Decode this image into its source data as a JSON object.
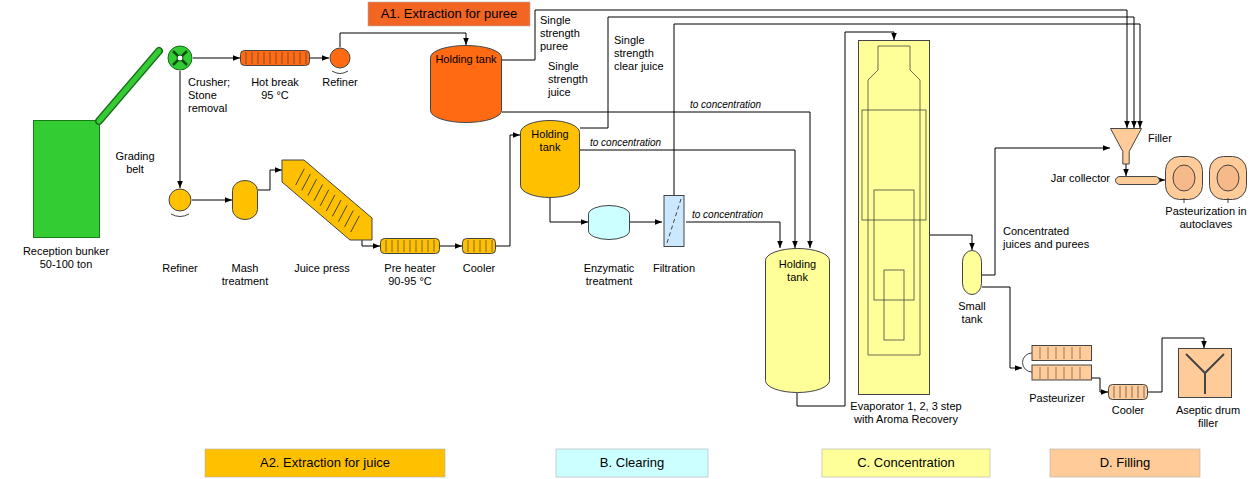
{
  "diagram": {
    "nodes": [
      {
        "text": [
          "A1. Extraction for puree"
        ]
      },
      {
        "text": [
          "Holding tank"
        ]
      },
      {
        "text": [
          "Reception bunker 50-100 ton"
        ]
      },
      {
        "text": [
          "Grading belt"
        ]
      },
      {
        "text": [
          "Crusher; Stone removal"
        ]
      },
      {
        "text": [
          "Hot break 95 °C"
        ]
      },
      {
        "text": [
          "Refiner"
        ]
      },
      {
        "text": [
          "Filler"
        ]
      },
      {
        "text": [
          "Jar collector"
        ]
      },
      {
        "text": [
          "Pasteurization in autoclaves"
        ]
      },
      {
        "text": [
          "Refiner"
        ]
      },
      {
        "text": [
          "Mash treatment"
        ]
      },
      {
        "text": [
          "Juice press"
        ]
      },
      {
        "text": [
          "Pre heater 90-95 °C"
        ]
      },
      {
        "text": [
          "Cooler"
        ]
      },
      {
        "text": [
          "Holding tank"
        ]
      },
      {
        "text": [
          "Enzymatic treatment"
        ]
      },
      {
        "text": [
          "Filtration"
        ]
      },
      {
        "text": [
          "Holding tank"
        ]
      },
      {
        "text": [
          "Evaporator 1, 2, 3 step with Aroma Recovery"
        ]
      },
      {
        "text": [
          "Small tank"
        ]
      },
      {
        "text": [
          "Pasteurizer"
        ]
      },
      {
        "text": [
          "Cooler"
        ]
      },
      {
        "text": [
          "Aseptic drum filler"
        ]
      },
      {
        "text": [
          "A2. Extraction for juice"
        ]
      },
      {
        "text": [
          "B. Clearing"
        ]
      },
      {
        "text": [
          "C. Concentration"
        ]
      },
      {
        "text": [
          "D. Filling"
        ]
      }
    ],
    "edges": [
      {
        "from": 4,
        "to": 5,
        "arrow": "to"
      },
      {
        "from": 5,
        "to": 6,
        "arrow": "to"
      },
      {
        "from": 6,
        "to": 1,
        "arrow": "to"
      },
      {
        "from": 1,
        "to": 7,
        "label": "Single strength puree",
        "arrow": "to"
      },
      {
        "from": 1,
        "to": 18,
        "label": "to concentration",
        "arrow": "to"
      },
      {
        "from": 4,
        "to": 10,
        "arrow": "to"
      },
      {
        "from": 10,
        "to": 11,
        "arrow": "to"
      },
      {
        "from": 11,
        "to": 12,
        "arrow": "to"
      },
      {
        "from": 12,
        "to": 13,
        "arrow": "to"
      },
      {
        "from": 13,
        "to": 14,
        "arrow": "to"
      },
      {
        "from": 14,
        "to": 15,
        "arrow": "to"
      },
      {
        "from": 15,
        "to": 7,
        "label": "Single strength juice",
        "arrow": "to"
      },
      {
        "from": 15,
        "to": 18,
        "label": "to concentration",
        "arrow": "to"
      },
      {
        "from": 15,
        "to": 16,
        "arrow": "to"
      },
      {
        "from": 16,
        "to": 17,
        "arrow": "to"
      },
      {
        "from": 17,
        "to": 7,
        "label": "Single strength clear juice",
        "arrow": "to"
      },
      {
        "from": 17,
        "to": 18,
        "label": "to concentration",
        "arrow": "to"
      },
      {
        "from": 18,
        "to": 19,
        "arrow": "to"
      },
      {
        "from": 19,
        "to": 20,
        "arrow": "to"
      },
      {
        "from": 20,
        "to": 7,
        "arrow": "to"
      },
      {
        "from": 20,
        "to": 21,
        "arrow": "to"
      },
      {
        "from": 7,
        "to": 8,
        "arrow": "to"
      },
      {
        "from": 8,
        "to": 9,
        "arrow": "to"
      },
      {
        "from": 21,
        "to": 22,
        "arrow": "to"
      },
      {
        "from": 22,
        "to": 23,
        "arrow": "to"
      }
    ],
    "labels": [
      "Concentrated juices and purees"
    ]
  }
}
